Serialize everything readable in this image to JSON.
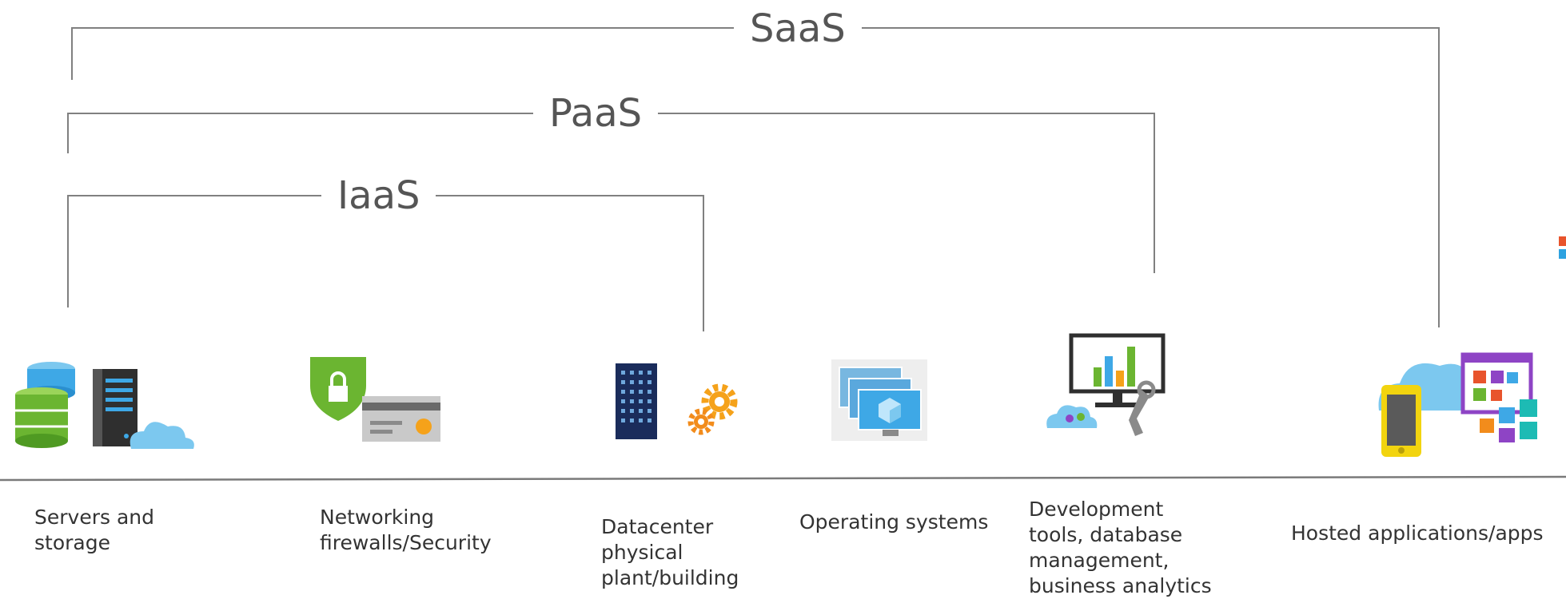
{
  "tiers": {
    "saas": "SaaS",
    "paas": "PaaS",
    "iaas": "IaaS"
  },
  "components": [
    {
      "label": "Servers and\nstorage",
      "icon": "server-storage-cloud-icon"
    },
    {
      "label": "Networking\nfirewalls/Security",
      "icon": "security-shield-icon"
    },
    {
      "label": "Datacenter\nphysical\nplant/building",
      "icon": "datacenter-building-icon"
    },
    {
      "label": "Operating systems",
      "icon": "virtual-machines-icon"
    },
    {
      "label": "Development\ntools, database\nmanagement,\nbusiness analytics",
      "icon": "dev-analytics-monitor-icon"
    },
    {
      "label": "Hosted applications/apps",
      "icon": "hosted-apps-icon"
    }
  ],
  "colors": {
    "bracket": "#808080",
    "tier_text": "#555555",
    "caption_text": "#333333",
    "azure_blue": "#3ea8e6",
    "green": "#6bb531",
    "navy": "#1a2c5b",
    "orange": "#f5a21a",
    "purple": "#8e44c5"
  }
}
